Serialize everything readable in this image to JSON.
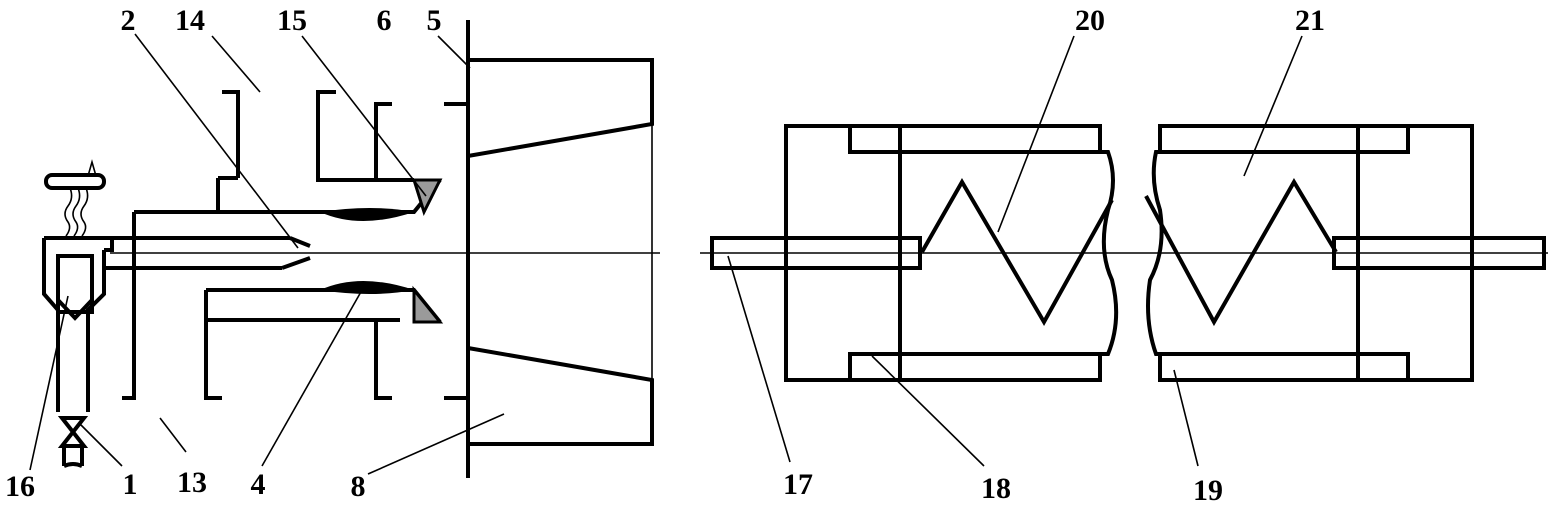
{
  "diagram": {
    "labels": [
      {
        "id": "label-2",
        "text": "2"
      },
      {
        "id": "label-14",
        "text": "14"
      },
      {
        "id": "label-15",
        "text": "15"
      },
      {
        "id": "label-6",
        "text": "6"
      },
      {
        "id": "label-5",
        "text": "5"
      },
      {
        "id": "label-20",
        "text": "20"
      },
      {
        "id": "label-21",
        "text": "21"
      },
      {
        "id": "label-16",
        "text": "16"
      },
      {
        "id": "label-1",
        "text": "1"
      },
      {
        "id": "label-13",
        "text": "13"
      },
      {
        "id": "label-4",
        "text": "4"
      },
      {
        "id": "label-8",
        "text": "8"
      },
      {
        "id": "label-17",
        "text": "17"
      },
      {
        "id": "label-18",
        "text": "18"
      },
      {
        "id": "label-19",
        "text": "19"
      }
    ]
  }
}
